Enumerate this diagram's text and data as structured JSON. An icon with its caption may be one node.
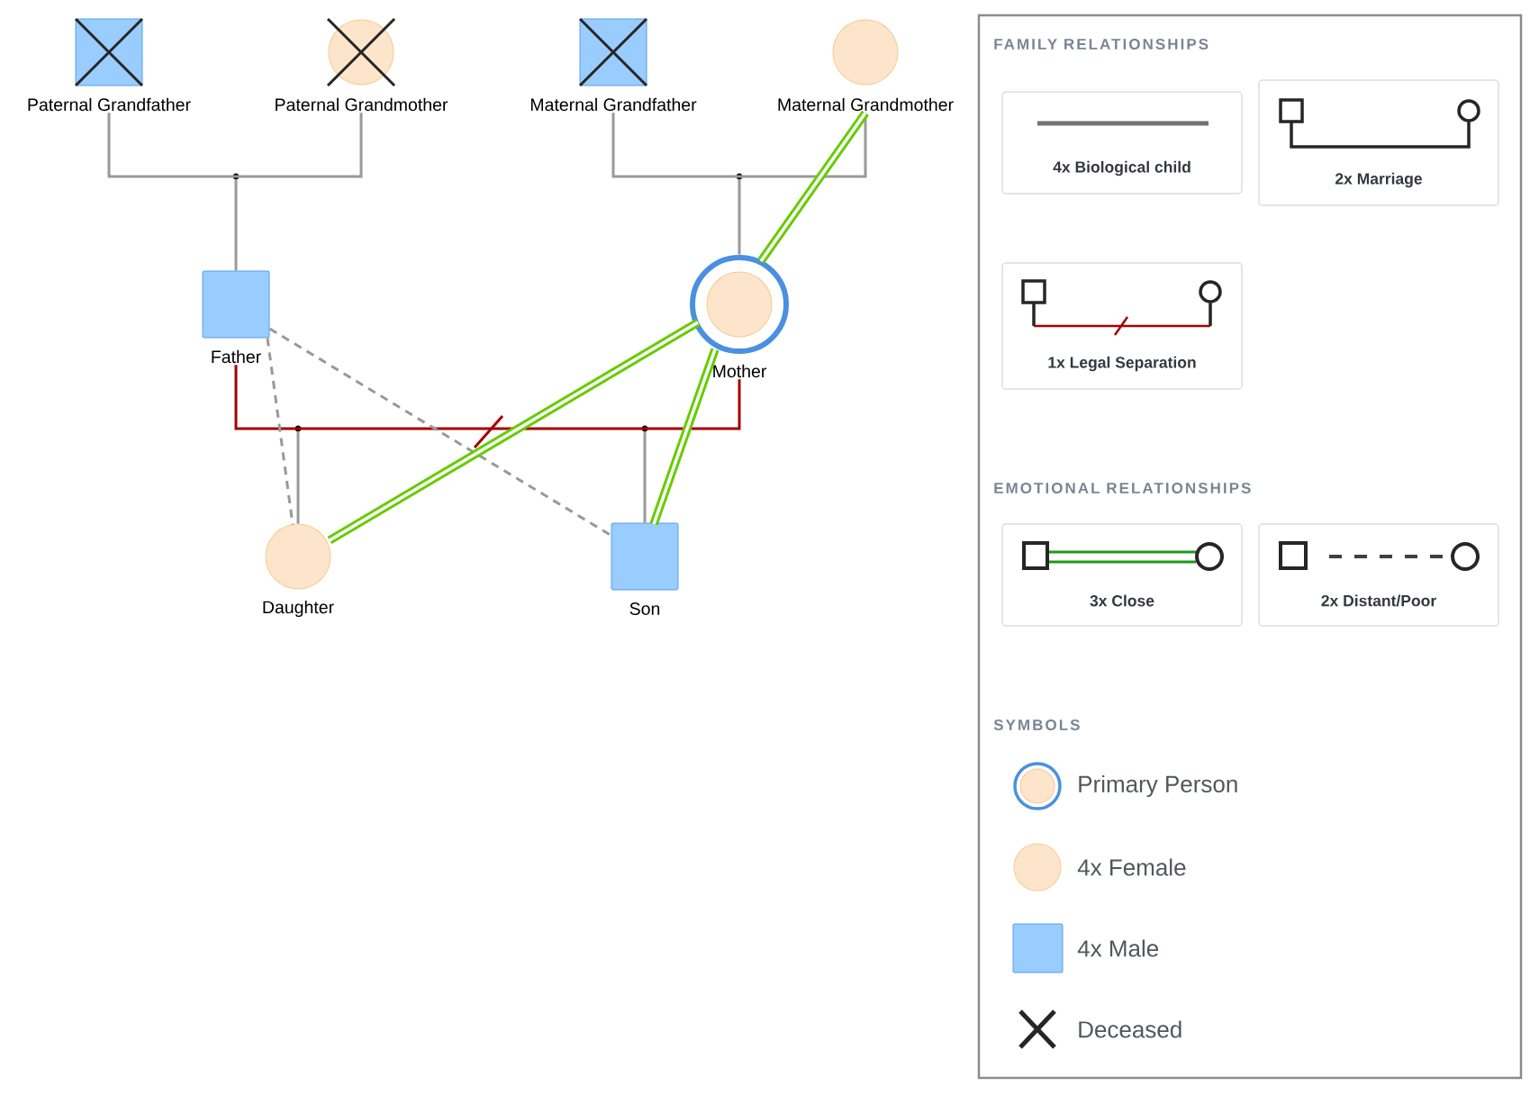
{
  "diagram": {
    "nodes": [
      {
        "text": [
          "Paternal Grandfather"
        ]
      },
      {
        "text": [
          "Paternal Grandmother"
        ]
      },
      {
        "text": [
          "Maternal Grandfather"
        ]
      },
      {
        "text": [
          "Maternal Grandmother"
        ]
      },
      {
        "text": [
          "Father"
        ]
      },
      {
        "text": [
          "Mother"
        ]
      },
      {
        "text": [
          "Daughter"
        ]
      },
      {
        "text": [
          "Son"
        ]
      },
      {
        "text": [],
        "shape": "circle"
      },
      {
        "text": [],
        "shape": "circle"
      },
      {
        "text": [],
        "shape": "circle"
      },
      {
        "text": [],
        "shape": "circle"
      }
    ],
    "edges": [
      {
        "from": 0,
        "to": 1,
        "arrow": "none"
      },
      {
        "from": 8,
        "to": 4,
        "arrow": "none"
      },
      {
        "from": 2,
        "to": 3,
        "arrow": "none"
      },
      {
        "from": 9,
        "to": 5,
        "arrow": "none"
      },
      {
        "from": 4,
        "to": 5,
        "arrow": "none",
        "color": "#a50000"
      },
      {
        "from": 10,
        "to": 6,
        "arrow": "none"
      },
      {
        "from": 11,
        "to": 7,
        "arrow": "none"
      },
      {
        "from": 4,
        "to": 6,
        "arrow": "none",
        "style": "dashed"
      },
      {
        "from": 4,
        "to": 7,
        "arrow": "none",
        "style": "dashed"
      },
      {
        "from": 5,
        "to": 6,
        "arrow": "none",
        "style": "thick",
        "color": "#66cc00"
      },
      {
        "from": 5,
        "to": 7,
        "arrow": "none",
        "style": "thick",
        "color": "#66cc00"
      },
      {
        "from": 5,
        "to": 3,
        "arrow": "none",
        "style": "thick",
        "color": "#66cc00"
      }
    ],
    "labels": [
      "FAMILY RELATIONSHIPS",
      "EMOTIONAL RELATIONSHIPS",
      "SYMBOLS"
    ],
    "legend": [
      {
        "text": "4x Biological child"
      },
      {
        "text": "2x Marriage"
      },
      {
        "text": "1x Legal Separation"
      },
      {
        "text": "3x Close"
      },
      {
        "text": "2x Distant/Poor"
      },
      {
        "text": "Primary Person"
      },
      {
        "text": "4x Female",
        "color": "#fde5cc"
      },
      {
        "text": "4x Male",
        "color": "#99ccff"
      },
      {
        "text": "Deceased"
      }
    ]
  }
}
